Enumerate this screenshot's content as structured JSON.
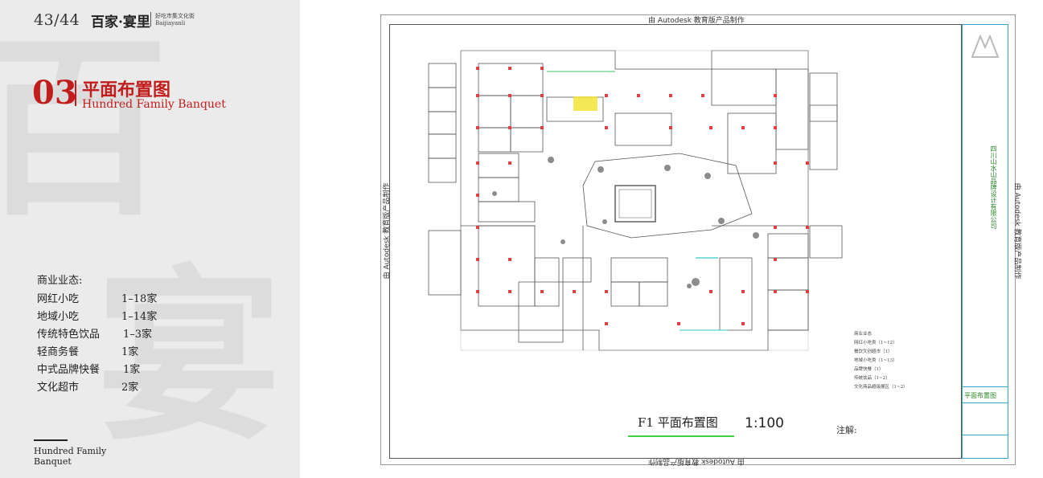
{
  "header": {
    "page_number": "43/44",
    "brand_name": "百家·宴里",
    "brand_tagline": "好吃市集文化街",
    "brand_sub": "Baijiayanli"
  },
  "section": {
    "number": "03",
    "title": "平面布置图",
    "subtitle": "Hundred Family Banquet"
  },
  "business": {
    "heading": "商业业态:",
    "items": [
      {
        "name": "网红小吃",
        "value": "1–18家"
      },
      {
        "name": "地域小吃",
        "value": "1–14家"
      },
      {
        "name": "传统特色饮品",
        "value": "1–3家"
      },
      {
        "name": "轻商务餐",
        "value": "1家"
      },
      {
        "name": "中式品牌快餐",
        "value": "1家"
      },
      {
        "name": "文化超市",
        "value": "2家"
      }
    ]
  },
  "footer": {
    "line1": "Hundred Family",
    "line2": "Banquet"
  },
  "drawing": {
    "watermark": "由 Autodesk 教育版产品制作",
    "label": "F1  平面布置图",
    "scale": "1:100",
    "note_label": "注解:",
    "legend": [
      "商业业态",
      "网红小吃类（1~12）",
      "餐饮文创超市（1）",
      "地域小吃类（1~13）",
      "品牌快餐（1）",
      "传统饮品（1~2）",
      "文化商品超级展区（1~2）"
    ],
    "title_block": {
      "project": "四川山水山品牌设计有限公司",
      "drawing_name": "平面布置图"
    }
  },
  "colors": {
    "accent": "#c21d1d",
    "panel_bg": "#ebebeb",
    "scale_line": "#3fd23f",
    "frame": "#3aa7c8",
    "column": "#e04040"
  }
}
